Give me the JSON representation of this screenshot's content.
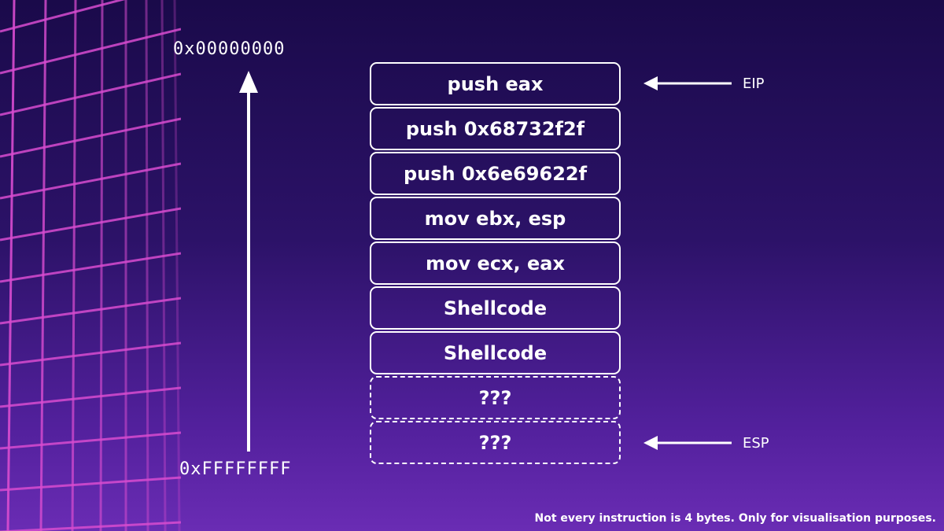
{
  "addresses": {
    "top": "0x00000000",
    "bottom": "0xFFFFFFFF"
  },
  "stack": [
    {
      "label": "push eax",
      "style": "solid"
    },
    {
      "label": "push 0x68732f2f",
      "style": "solid"
    },
    {
      "label": "push 0x6e69622f",
      "style": "solid"
    },
    {
      "label": "mov ebx, esp",
      "style": "solid"
    },
    {
      "label": "mov ecx, eax",
      "style": "solid"
    },
    {
      "label": "Shellcode",
      "style": "solid"
    },
    {
      "label": "Shellcode",
      "style": "solid"
    },
    {
      "label": "???",
      "style": "dashed"
    },
    {
      "label": "???",
      "style": "dashed"
    }
  ],
  "pointers": {
    "eip": {
      "label": "EIP",
      "points_to_index": 0
    },
    "esp": {
      "label": "ESP",
      "points_to_index": 8
    }
  },
  "footnote": "Not every instruction is 4 bytes. Only for visualisation purposes.",
  "colors": {
    "background_top": "#1a0a4a",
    "background_bottom": "#6a2cb4",
    "grid_line": "#d84cd0",
    "foreground": "#ffffff"
  }
}
